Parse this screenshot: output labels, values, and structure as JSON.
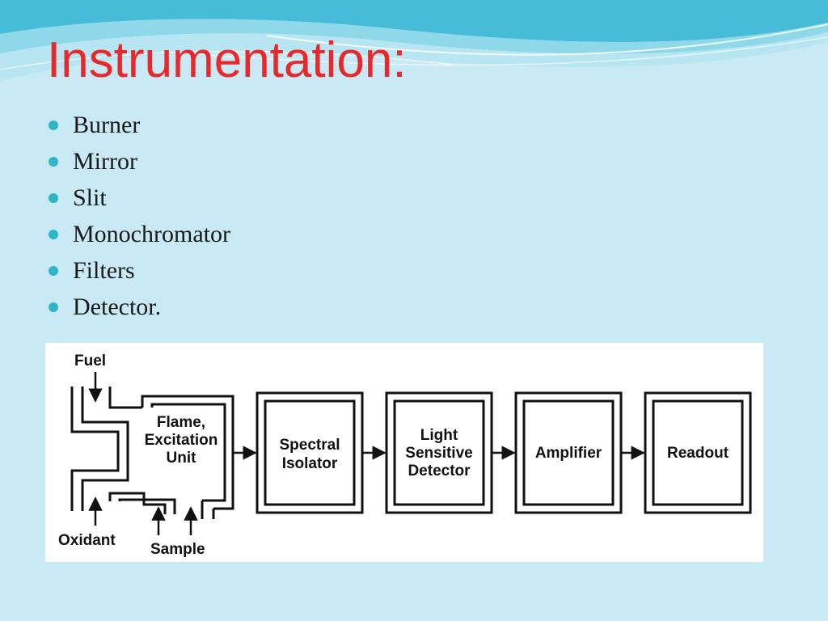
{
  "slide": {
    "title": "Instrumentation:",
    "bullets": [
      "Burner",
      "Mirror",
      "Slit",
      "Monochromator",
      "Filters",
      "Detector."
    ]
  },
  "diagram": {
    "inputs": {
      "fuel": "Fuel",
      "oxidant": "Oxidant",
      "sample": "Sample"
    },
    "blocks": {
      "flame": [
        "Flame,",
        "Excitation",
        "Unit"
      ],
      "spectral": [
        "Spectral",
        "Isolator"
      ],
      "detector": [
        "Light",
        "Sensitive",
        "Detector"
      ],
      "amplifier": [
        "Amplifier"
      ],
      "readout": [
        "Readout"
      ]
    }
  },
  "colors": {
    "title": "#e8282b",
    "bullet": "#2fb4c8",
    "background": "#c9eaf4"
  }
}
